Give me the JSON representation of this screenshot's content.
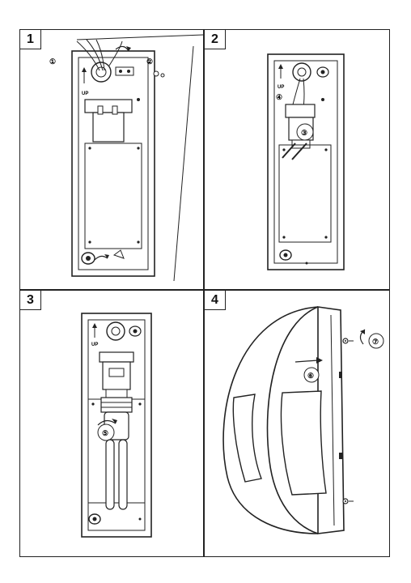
{
  "panels": [
    {
      "step": "1",
      "callouts": [
        "①",
        "②"
      ],
      "up_label": "UP"
    },
    {
      "step": "2",
      "callouts": [
        "③",
        "④"
      ],
      "up_label": "UP"
    },
    {
      "step": "3",
      "callouts": [
        "⑤"
      ],
      "up_label": "UP"
    },
    {
      "step": "4",
      "callouts": [
        "⑥",
        "⑦"
      ]
    }
  ],
  "colors": {
    "line": "#222222",
    "fill": "#ffffff",
    "shade": "#d9d9d9"
  }
}
